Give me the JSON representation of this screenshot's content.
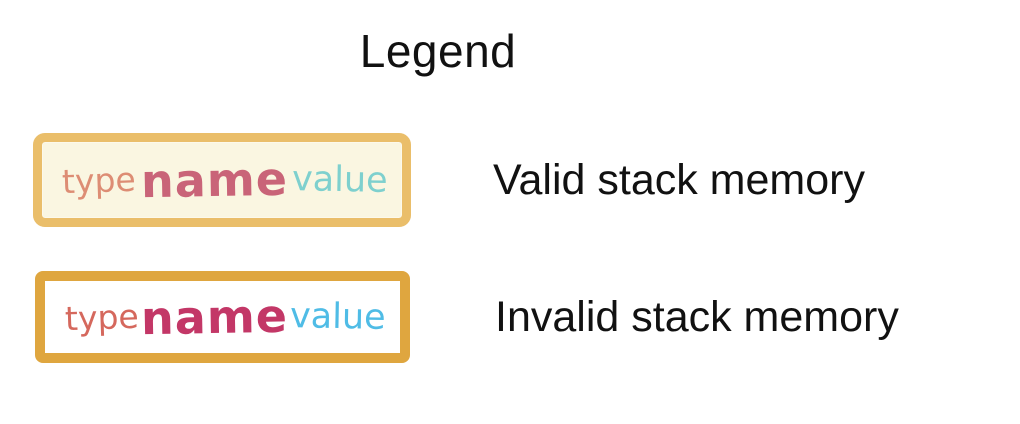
{
  "legend": {
    "title": "Legend",
    "items": [
      {
        "label": "Valid stack memory",
        "box": {
          "background": "#FAF6E1",
          "border_color": "#E2AC4E",
          "fields": [
            {
              "name": "type-field",
              "label": "type",
              "color": "#DD8D74"
            },
            {
              "name": "name-field",
              "label": "name",
              "color": "#C96478"
            },
            {
              "name": "value-field",
              "label": "value",
              "color": "#7ED0CE"
            }
          ]
        }
      },
      {
        "label": "Invalid stack memory",
        "box": {
          "background": "#FFFFFF",
          "border_color": "#DFA63F",
          "fields": [
            {
              "name": "type-field",
              "label": "type",
              "color": "#D5685D"
            },
            {
              "name": "name-field",
              "label": "name",
              "color": "#C33767"
            },
            {
              "name": "value-field",
              "label": "value",
              "color": "#4FBCE6"
            }
          ]
        }
      }
    ]
  }
}
